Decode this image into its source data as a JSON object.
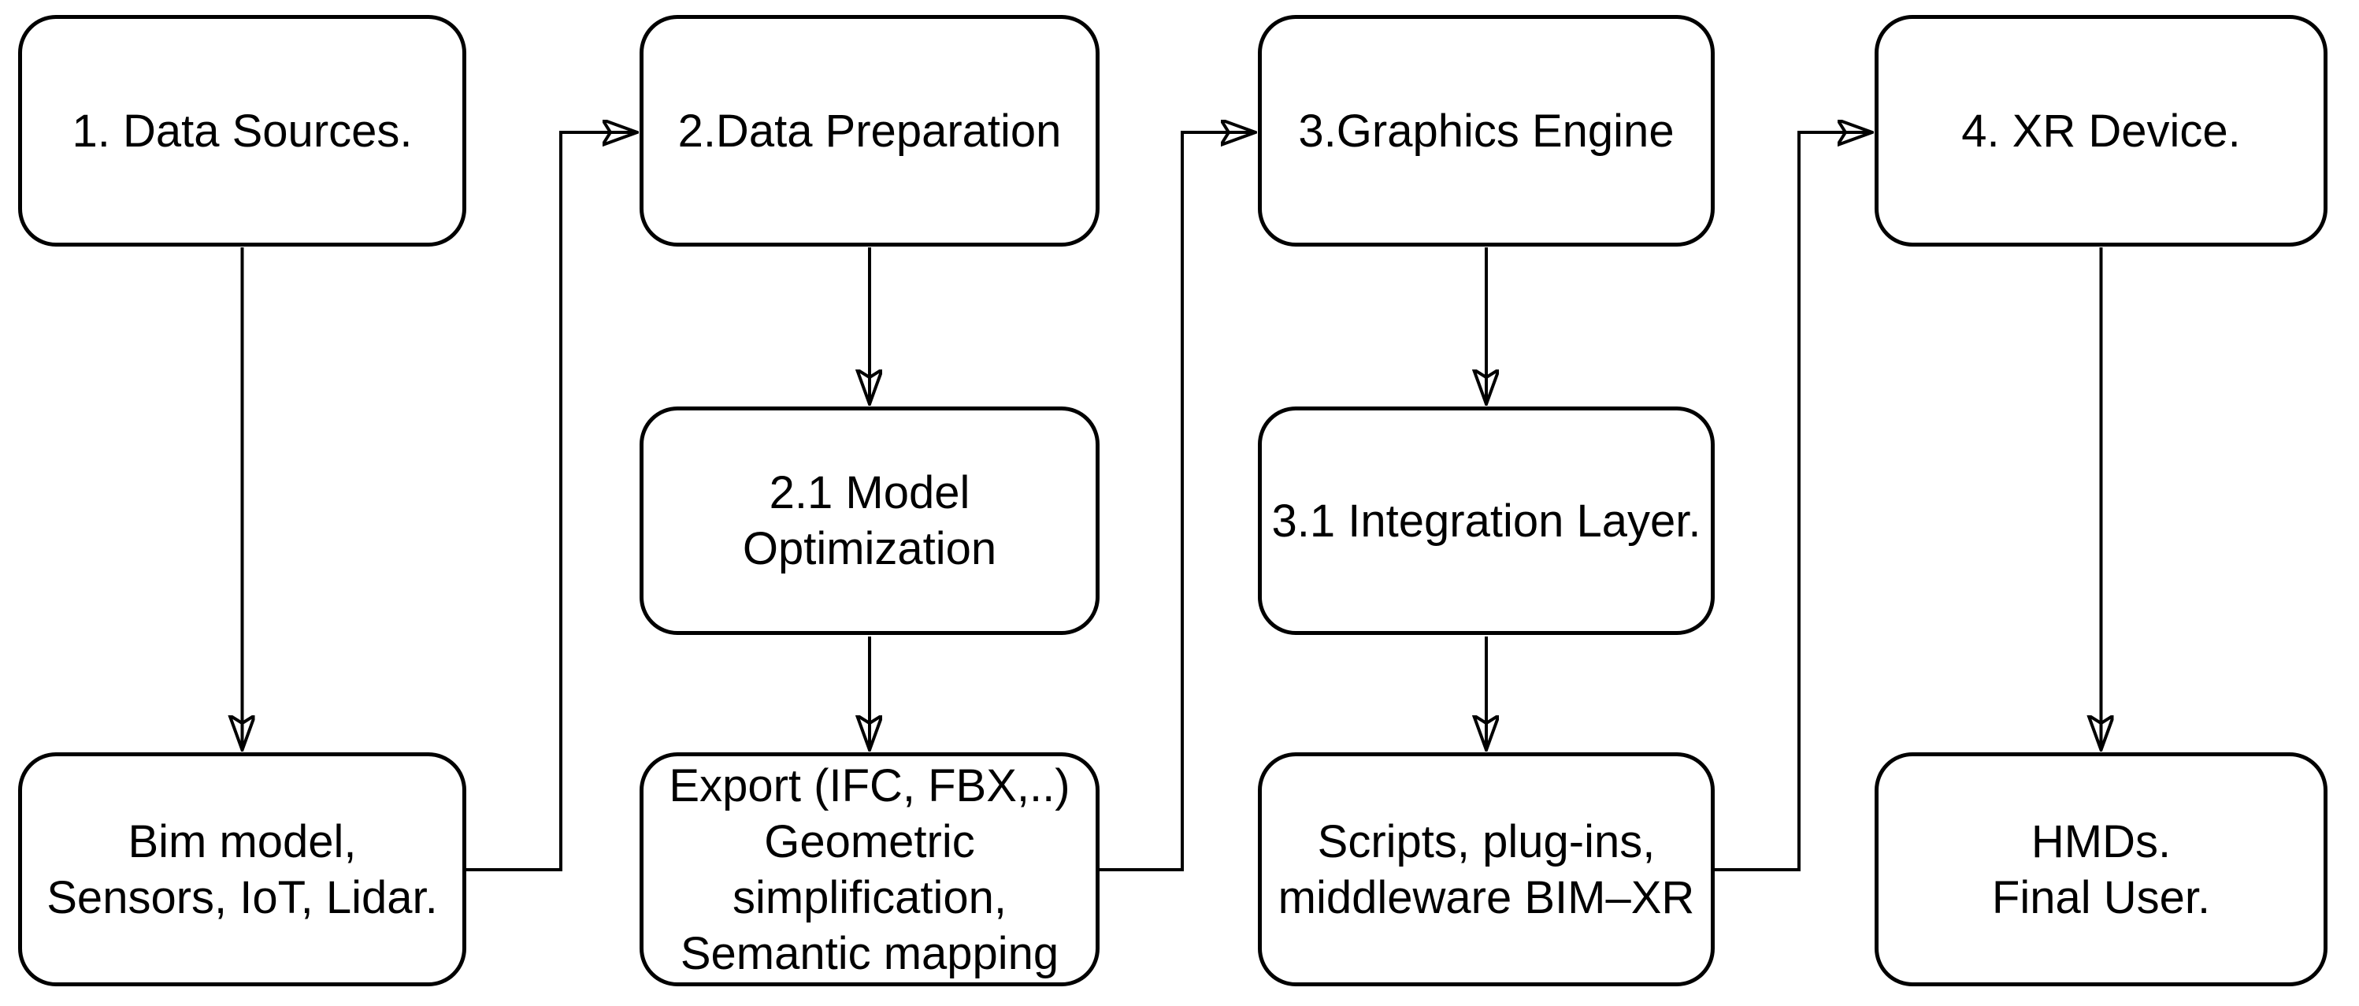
{
  "diagram": {
    "type": "flowchart",
    "background_color": "#ffffff",
    "node_fill_color": "#ffffff",
    "stroke_color": "#000000",
    "text_color": "#000000",
    "nodes": {
      "data_sources": {
        "lines": [
          "1. Data Sources."
        ]
      },
      "data_preparation": {
        "lines": [
          "2.Data Preparation"
        ]
      },
      "graphics_engine": {
        "lines": [
          "3.Graphics Engine"
        ]
      },
      "xr_device": {
        "lines": [
          "4. XR Device."
        ]
      },
      "model_optimization": {
        "lines": [
          "2.1 Model",
          "Optimization"
        ]
      },
      "integration_layer": {
        "lines": [
          "3.1 Integration Layer."
        ]
      },
      "bim_sources": {
        "lines": [
          "Bim model,",
          "Sensors, IoT, Lidar."
        ]
      },
      "export_details": {
        "lines": [
          "Export (IFC, FBX,..)",
          "Geometric",
          "simplification,",
          "Semantic mapping"
        ]
      },
      "scripts_middleware": {
        "lines": [
          "Scripts, plug-ins,",
          "middleware BIM–XR"
        ]
      },
      "hmds_user": {
        "lines": [
          "HMDs.",
          "Final User."
        ]
      }
    },
    "edges": [
      {
        "from": "data_sources",
        "to": "bim_sources",
        "shape": "straight-down"
      },
      {
        "from": "bim_sources",
        "to": "data_preparation",
        "shape": "right-up-right"
      },
      {
        "from": "data_preparation",
        "to": "model_optimization",
        "shape": "straight-down"
      },
      {
        "from": "model_optimization",
        "to": "export_details",
        "shape": "straight-down"
      },
      {
        "from": "export_details",
        "to": "graphics_engine",
        "shape": "right-up-right"
      },
      {
        "from": "graphics_engine",
        "to": "integration_layer",
        "shape": "straight-down"
      },
      {
        "from": "integration_layer",
        "to": "scripts_middleware",
        "shape": "straight-down"
      },
      {
        "from": "scripts_middleware",
        "to": "xr_device",
        "shape": "right-up-right"
      },
      {
        "from": "xr_device",
        "to": "hmds_user",
        "shape": "straight-down"
      }
    ]
  }
}
